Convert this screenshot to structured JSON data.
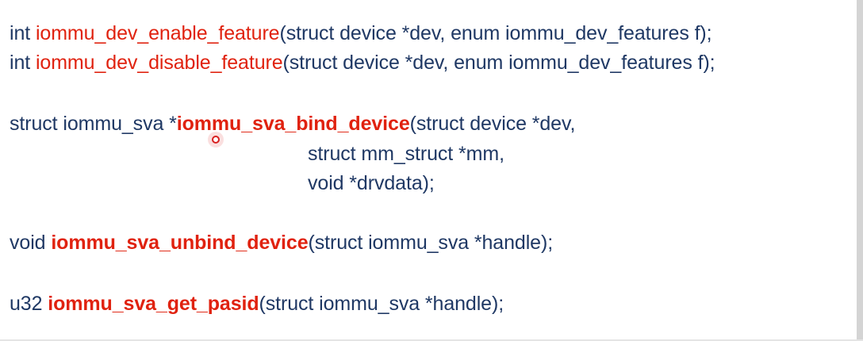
{
  "lines": {
    "l1": {
      "pre": "int ",
      "fn": "iommu_dev_enable_feature",
      "post": "(struct device *dev, enum iommu_dev_features f);"
    },
    "l2": {
      "pre": "int ",
      "fn": "iommu_dev_disable_feature",
      "post": "(struct device *dev, enum iommu_dev_features f);"
    },
    "l3": {
      "pre": "struct iommu_sva *",
      "fn": "iommu_sva_bind_device",
      "post": "(struct device *dev,"
    },
    "l4": {
      "text": "struct mm_struct *mm,"
    },
    "l5": {
      "text": "void *drvdata);"
    },
    "l6": {
      "pre": "void ",
      "fn": "iommu_sva_unbind_device",
      "post": "(struct iommu_sva *handle);"
    },
    "l7": {
      "pre": "u32 ",
      "fn": "iommu_sva_get_pasid",
      "post": "(struct iommu_sva *handle);"
    }
  },
  "colors": {
    "text": "#1f3864",
    "function_name": "#e0220f",
    "background": "#ffffff"
  },
  "icons": {
    "pointer": "cursor-dot-icon"
  }
}
